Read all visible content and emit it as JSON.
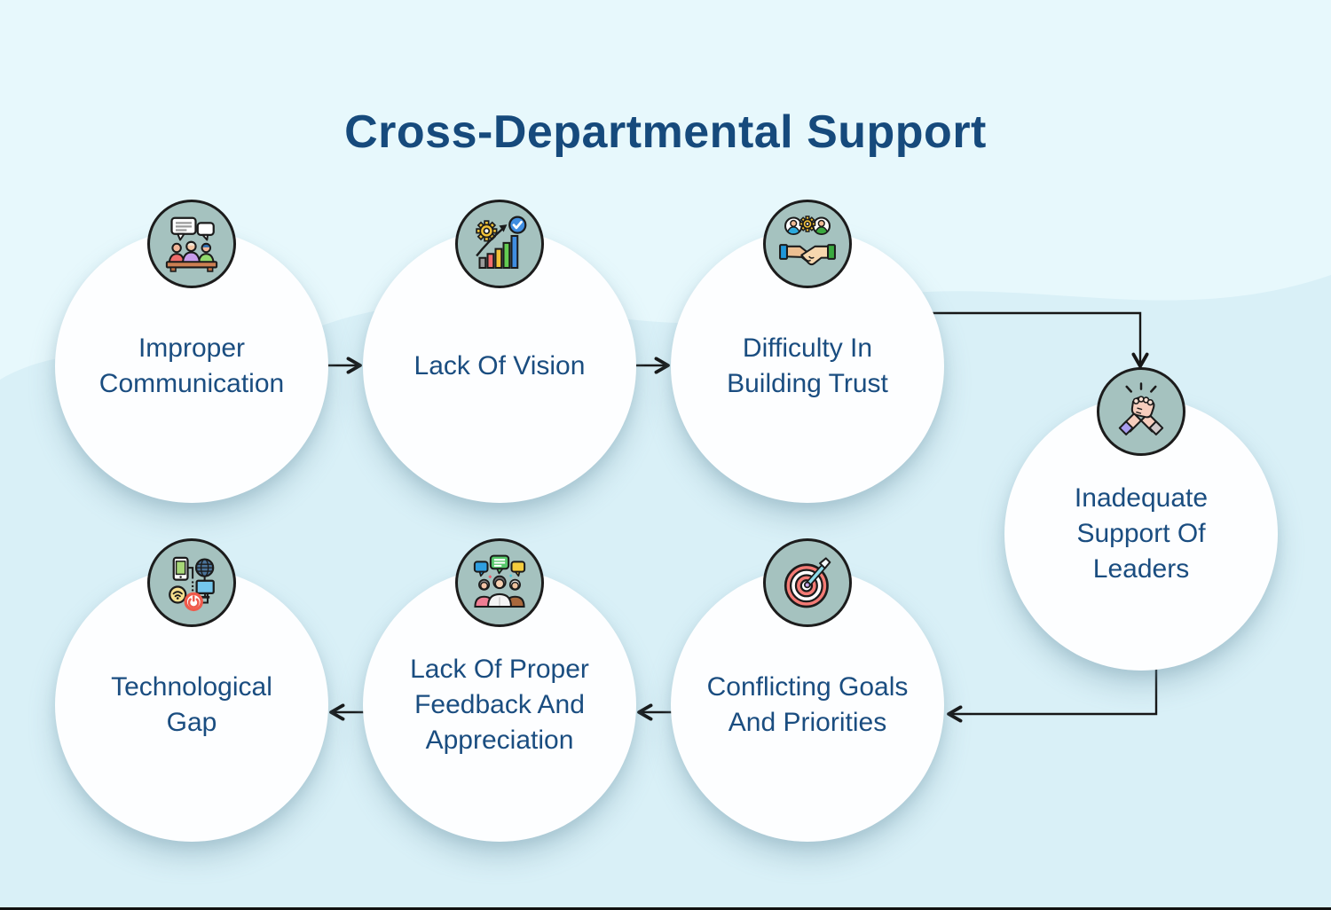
{
  "title": "Cross-Departmental Support",
  "colors": {
    "background": "#d9f0f7",
    "wave_tint": "#e7f8fc",
    "title_text": "#164a7c",
    "label_text": "#1a4d80",
    "badge_fill": "#a5c2bf",
    "badge_border": "#1c1c1c",
    "node_fill": "#fdfeff",
    "arrow": "#161616"
  },
  "nodes": [
    {
      "id": "improper-communication",
      "label": "Improper Communication",
      "icon": "meeting-icon"
    },
    {
      "id": "lack-of-vision",
      "label": "Lack Of Vision",
      "icon": "growth-chart-icon"
    },
    {
      "id": "difficulty-in-building-trust",
      "label": "Difficulty In Building Trust",
      "icon": "handshake-icon"
    },
    {
      "id": "inadequate-support-of-leaders",
      "label": "Inadequate Support Of Leaders",
      "icon": "clasped-hands-icon"
    },
    {
      "id": "conflicting-goals-and-priorities",
      "label": "Conflicting Goals And Priorities",
      "icon": "target-dart-icon"
    },
    {
      "id": "lack-of-proper-feedback-and-appreciation",
      "label": "Lack Of Proper Feedback And Appreciation",
      "icon": "feedback-people-icon"
    },
    {
      "id": "technological-gap",
      "label": "Technological Gap",
      "icon": "technology-devices-icon"
    }
  ],
  "connections": [
    {
      "from": "improper-communication",
      "to": "lack-of-vision"
    },
    {
      "from": "lack-of-vision",
      "to": "difficulty-in-building-trust"
    },
    {
      "from": "difficulty-in-building-trust",
      "to": "inadequate-support-of-leaders"
    },
    {
      "from": "inadequate-support-of-leaders",
      "to": "conflicting-goals-and-priorities"
    },
    {
      "from": "conflicting-goals-and-priorities",
      "to": "lack-of-proper-feedback-and-appreciation"
    },
    {
      "from": "lack-of-proper-feedback-and-appreciation",
      "to": "technological-gap"
    }
  ]
}
